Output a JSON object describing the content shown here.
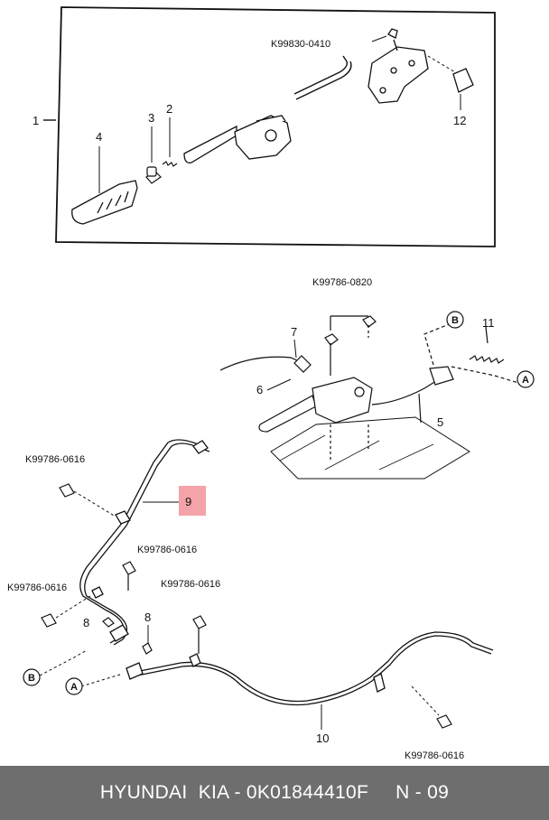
{
  "diagram": {
    "part_codes": {
      "upper_bolt": "K99830-0410",
      "bracket_bolts": "K99786-0820",
      "left_upper": "K99786-0616",
      "mid_bolt": "K99786-0616",
      "left_lower": "K99786-0616",
      "lower_mid": "K99786-0616",
      "bottom_right": "K99786-0616"
    },
    "callouts": {
      "c1": "1",
      "c2": "2",
      "c3": "3",
      "c4": "4",
      "c5": "5",
      "c6": "6",
      "c7": "7",
      "c8a": "8",
      "c8b": "8",
      "c9": "9",
      "c10": "10",
      "c11": "11",
      "c12": "12"
    },
    "connectors": {
      "b_top": "B",
      "a_top": "A",
      "b_bottom": "B",
      "a_bottom": "A"
    },
    "highlight_color": "#f4a3a8"
  },
  "footer": {
    "brand": "HYUNDAI  KIA - 0K01844410F",
    "page": "N - 09"
  }
}
